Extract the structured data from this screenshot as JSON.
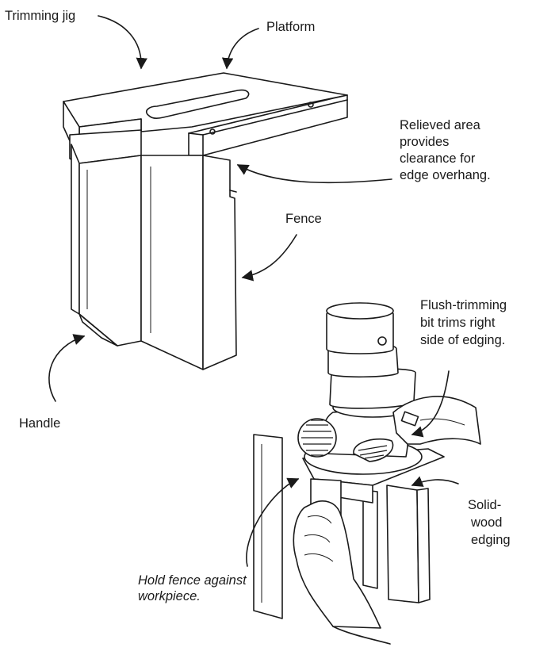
{
  "labels": {
    "trimming_jig": "Trimming jig",
    "platform": "Platform",
    "relieved": [
      "Relieved area",
      "provides",
      "clearance for",
      "edge overhang."
    ],
    "fence": "Fence",
    "flush": [
      "Flush-trimming",
      "bit trims right",
      "side of edging."
    ],
    "handle": "Handle",
    "solid": [
      "Solid-",
      "wood",
      "edging"
    ],
    "hold": [
      "Hold fence against",
      "workpiece."
    ]
  }
}
